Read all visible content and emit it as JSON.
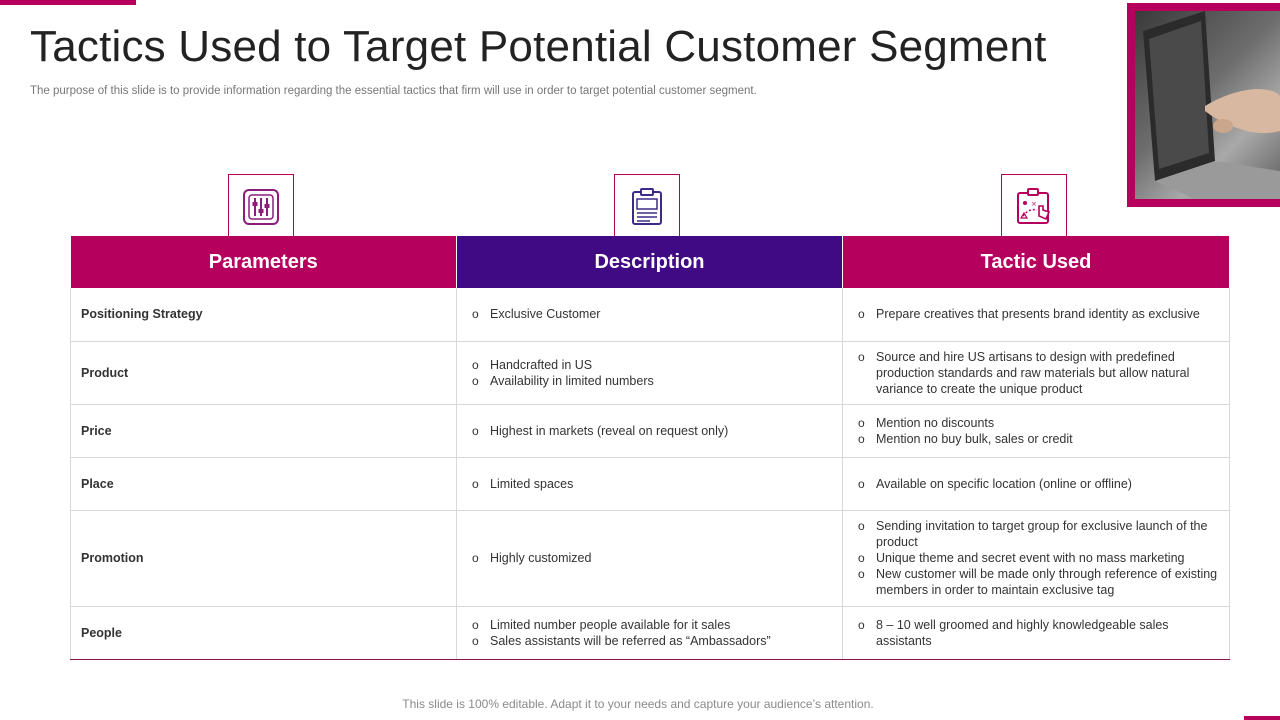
{
  "title": "Tactics Used to Target Potential Customer Segment",
  "subtitle": "The purpose of this slide is to provide information regarding the essential tactics that firm will use in order to target potential customer segment.",
  "icons": [
    "sliders-icon",
    "clipboard-icon",
    "strategy-board-icon"
  ],
  "table": {
    "headers": [
      "Parameters",
      "Description",
      "Tactic Used"
    ],
    "rows": [
      {
        "parameter": "Positioning Strategy",
        "description": [
          "Exclusive  Customer"
        ],
        "tactics": [
          "Prepare creatives that presents brand identity as exclusive"
        ]
      },
      {
        "parameter": "Product",
        "description": [
          "Handcrafted  in US",
          "Availability in limited numbers"
        ],
        "tactics": [
          "Source and hire US artisans to design with predefined production standards and raw materials but allow natural variance  to create the unique product"
        ]
      },
      {
        "parameter": "Price",
        "description": [
          "Highest in markets (reveal  on request only)"
        ],
        "tactics": [
          "Mention no discounts",
          "Mention no buy bulk, sales or credit"
        ]
      },
      {
        "parameter": "Place",
        "description": [
          "Limited spaces"
        ],
        "tactics": [
          "Available  on specific location (online  or offline)"
        ]
      },
      {
        "parameter": "Promotion",
        "description": [
          "Highly customized"
        ],
        "tactics": [
          "Sending invitation to target group for exclusive launch of the product",
          "Unique  theme and secret event  with no mass marketing",
          "New customer will be made only through reference of existing members in order to maintain exclusive tag"
        ]
      },
      {
        "parameter": "People",
        "description": [
          "Limited number  people available  for it sales",
          "Sales assistants will be referred  as “Ambassadors”"
        ],
        "tactics": [
          "8 – 10 well groomed  and highly knowledgeable  sales assistants"
        ]
      }
    ]
  },
  "footer": "This slide is 100% editable. Adapt it to your needs and capture your audience’s attention.",
  "colors": {
    "accent": "#b5005e",
    "header_purple": "#3f0a83"
  }
}
